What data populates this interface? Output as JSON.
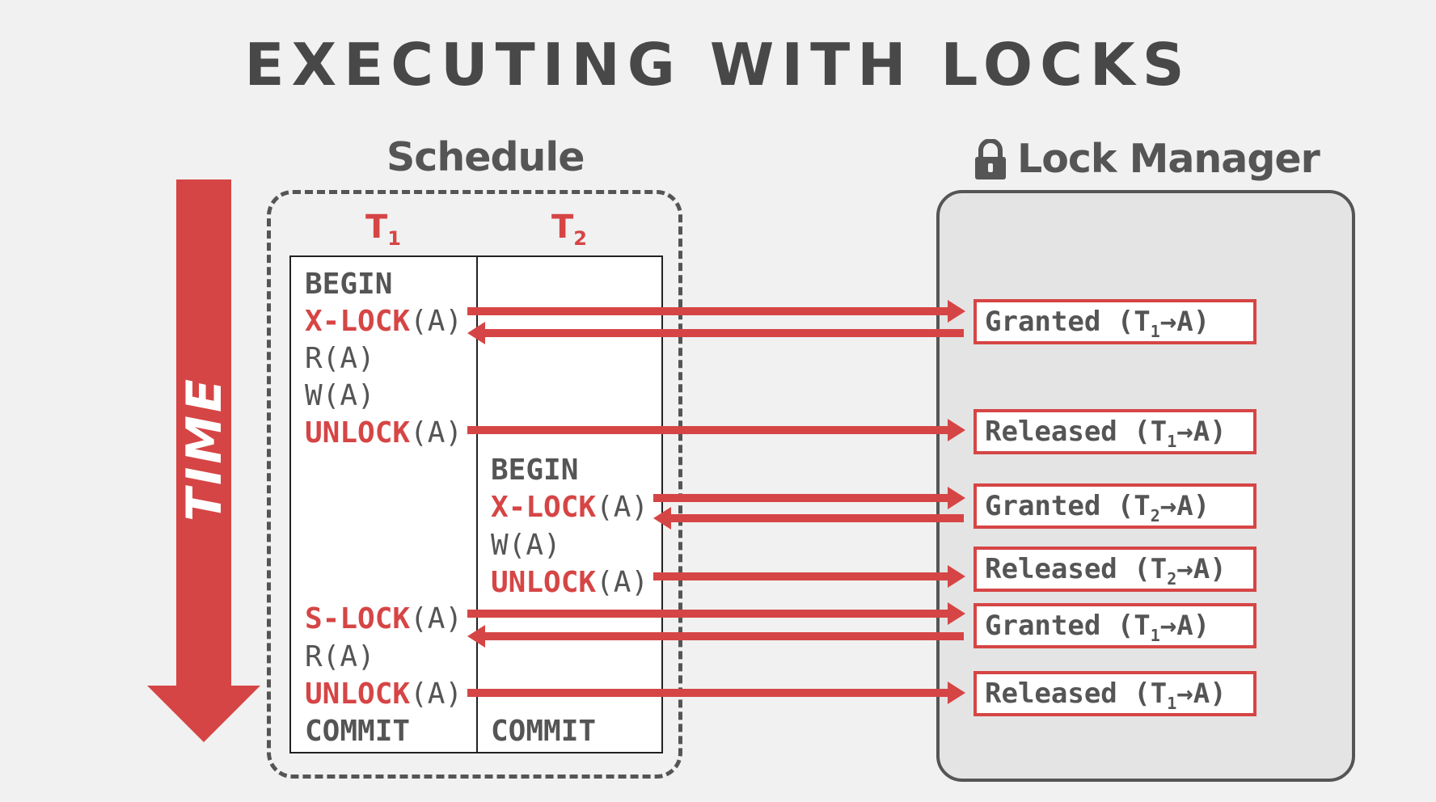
{
  "title": "EXECUTING WITH LOCKS",
  "schedule_label": "Schedule",
  "lock_manager_label": "Lock Manager",
  "time_label": "TIME",
  "transactions": {
    "t1": {
      "name": "T",
      "sub": "1"
    },
    "t2": {
      "name": "T",
      "sub": "2"
    }
  },
  "t1_ops": [
    {
      "kw": "",
      "text": "BEGIN"
    },
    {
      "kw": "X-LOCK",
      "text": "(A)"
    },
    {
      "kw": "",
      "text": "R(A)"
    },
    {
      "kw": "",
      "text": "W(A)"
    },
    {
      "kw": "UNLOCK",
      "text": "(A)"
    },
    {
      "kw": "S-LOCK",
      "text": "(A)"
    },
    {
      "kw": "",
      "text": "R(A)"
    },
    {
      "kw": "UNLOCK",
      "text": "(A)"
    },
    {
      "kw": "",
      "text": "COMMIT"
    }
  ],
  "t2_ops": [
    {
      "kw": "",
      "text": "BEGIN"
    },
    {
      "kw": "X-LOCK",
      "text": "(A)"
    },
    {
      "kw": "",
      "text": "W(A)"
    },
    {
      "kw": "UNLOCK",
      "text": "(A)"
    },
    {
      "kw": "",
      "text": "COMMIT"
    }
  ],
  "lock_events": [
    {
      "status": "Granted",
      "txn": "T",
      "txn_sub": "1",
      "suffix": "→A)"
    },
    {
      "status": "Released",
      "txn": "T",
      "txn_sub": "1",
      "suffix": "→A)"
    },
    {
      "status": "Granted",
      "txn": "T",
      "txn_sub": "2",
      "suffix": "→A)"
    },
    {
      "status": "Released",
      "txn": "T",
      "txn_sub": "2",
      "suffix": "→A)"
    },
    {
      "status": "Granted",
      "txn": "T",
      "txn_sub": "1",
      "suffix": "→A)"
    },
    {
      "status": "Released",
      "txn": "T",
      "txn_sub": "1",
      "suffix": "→A)"
    }
  ],
  "colors": {
    "accent": "#d64545",
    "text": "#555555",
    "background": "#f1f1f1"
  }
}
